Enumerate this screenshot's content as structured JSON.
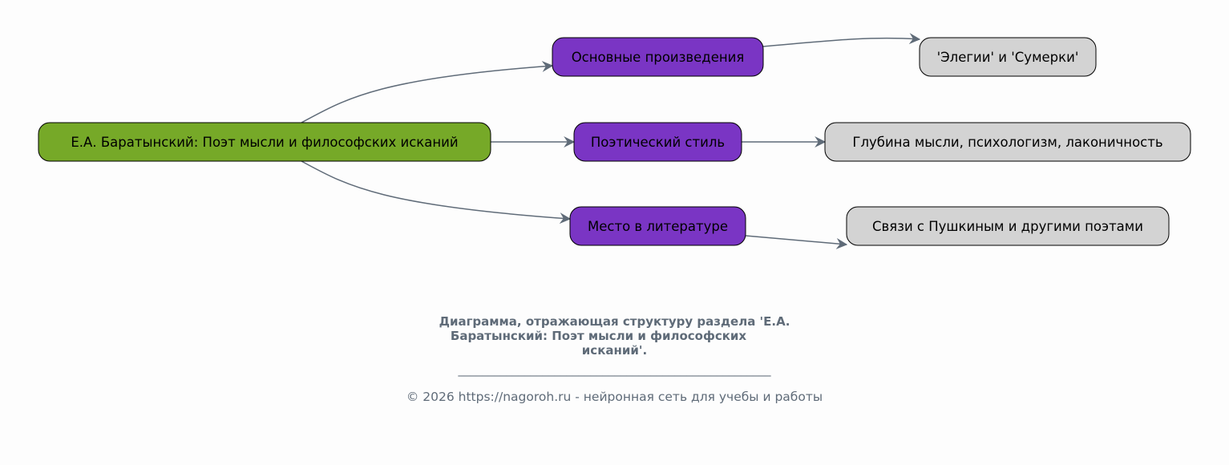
{
  "colors": {
    "root": "#76a928",
    "branch": "#7a35c4",
    "leaf": "#d3d3d3",
    "edge": "#5f6b78",
    "caption": "#5f6b78"
  },
  "nodes": {
    "root": "Е.А. Баратынский: Поэт мысли и философских исканий",
    "works": "Основные произведения",
    "style": "Поэтический стиль",
    "place": "Место в литературе",
    "works_leaf": "'Элегии' и 'Сумерки'",
    "style_leaf": "Глубина мысли, психологизм, лаконичность",
    "place_leaf": "Связи с Пушкиным и другими поэтами"
  },
  "caption": {
    "title_line1": "Диаграмма, отражающая структуру раздела 'Е.А.",
    "title_line2": "Баратынский: Поэт мысли и философских",
    "title_line3": "исканий'.",
    "rule": "____________________________________________________",
    "copyright": "© 2026 https://nagoroh.ru - нейронная сеть для учебы и работы"
  }
}
